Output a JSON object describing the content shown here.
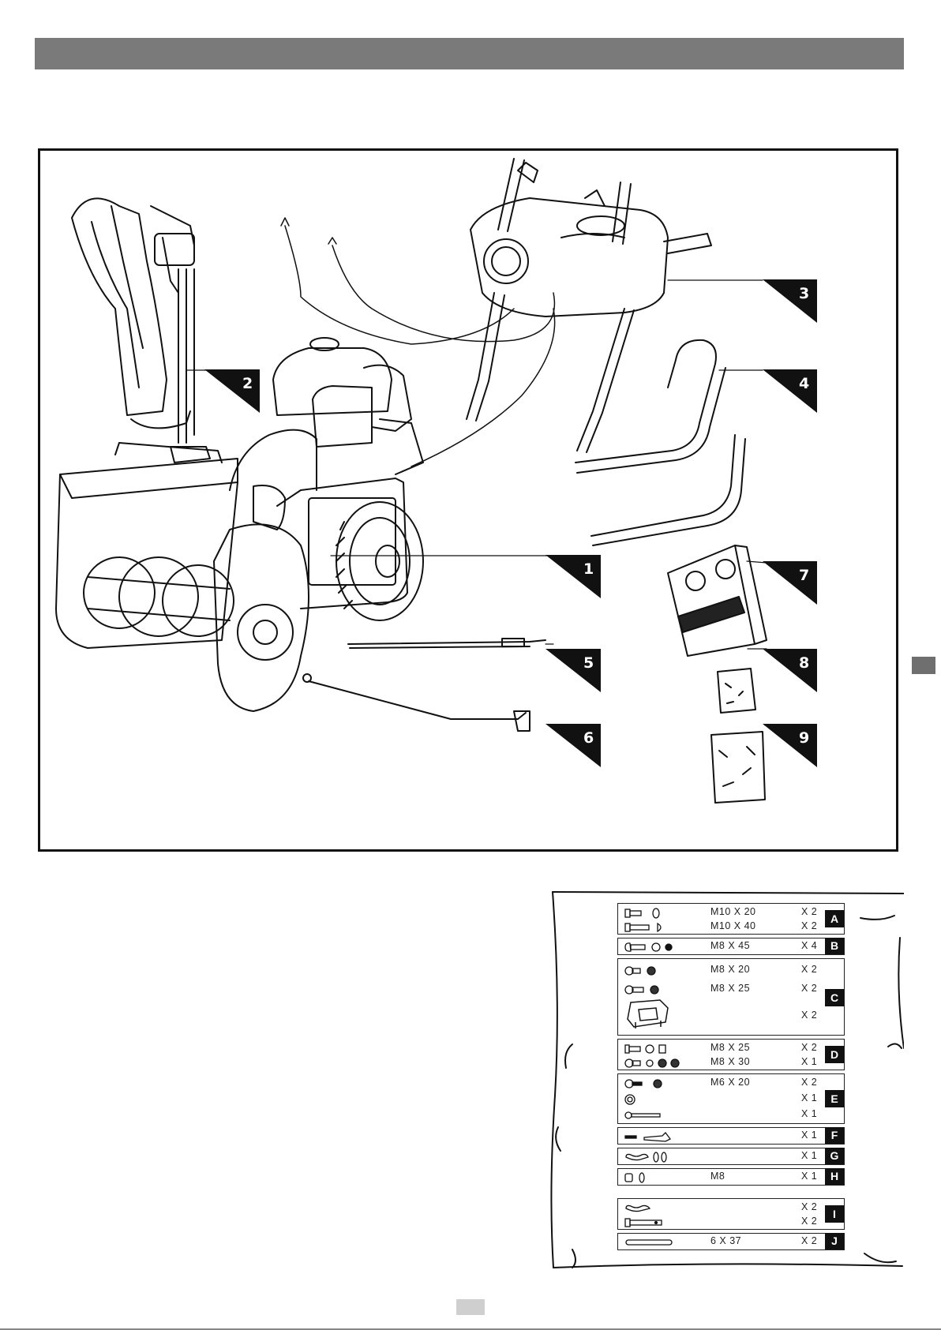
{
  "parts_callouts": [
    "1",
    "2",
    "3",
    "4",
    "5",
    "6",
    "7",
    "8",
    "9"
  ],
  "hardware": [
    {
      "letter": "A",
      "lines": [
        {
          "size": "M10 X 20",
          "qty": "X 2",
          "icon": "bolt-washer-icon"
        },
        {
          "size": "M10 X 40",
          "qty": "X 2",
          "icon": "long-bolt-nut-icon"
        }
      ]
    },
    {
      "letter": "B",
      "lines": [
        {
          "size": "M8 X 45",
          "qty": "X 4",
          "icon": "carriage-bolt-washer-nut-icon"
        }
      ]
    },
    {
      "letter": "C",
      "lines": [
        {
          "size": "M8 X 20",
          "qty": "X 2",
          "icon": "bolt-nut-icon"
        },
        {
          "size": "M8 X 25",
          "qty": "X 2",
          "icon": "bolt-nut-icon"
        },
        {
          "size": "",
          "qty": "X 2",
          "icon": "skid-shoe-icon"
        }
      ]
    },
    {
      "letter": "D",
      "lines": [
        {
          "size": "M8 X 25",
          "qty": "X 2",
          "icon": "bolt-washer-nut-icon"
        },
        {
          "size": "M8 X 30",
          "qty": "X 1",
          "icon": "bolt-washers-nut-icon"
        }
      ]
    },
    {
      "letter": "E",
      "lines": [
        {
          "size": "M6 X 20",
          "qty": "X 2",
          "icon": "bolt-nut-icon"
        },
        {
          "size": "",
          "qty": "X 1",
          "icon": "washer-icon"
        },
        {
          "size": "",
          "qty": "X 1",
          "icon": "pin-icon"
        }
      ]
    },
    {
      "letter": "F",
      "lines": [
        {
          "size": "",
          "qty": "X 1",
          "icon": "pin-clip-icon"
        }
      ]
    },
    {
      "letter": "G",
      "lines": [
        {
          "size": "",
          "qty": "X 1",
          "icon": "hairpin-washers-icon"
        }
      ]
    },
    {
      "letter": "H",
      "lines": [
        {
          "size": "M8",
          "qty": "X 1",
          "icon": "nut-washer-icon"
        }
      ]
    },
    {
      "letter": "I",
      "lines": [
        {
          "size": "",
          "qty": "X 2",
          "icon": "hairpin-icon"
        },
        {
          "size": "",
          "qty": "X 2",
          "icon": "clevis-pin-icon"
        }
      ]
    },
    {
      "letter": "J",
      "lines": [
        {
          "size": "6 X 37",
          "qty": "X 2",
          "icon": "shear-pin-icon"
        }
      ]
    }
  ]
}
